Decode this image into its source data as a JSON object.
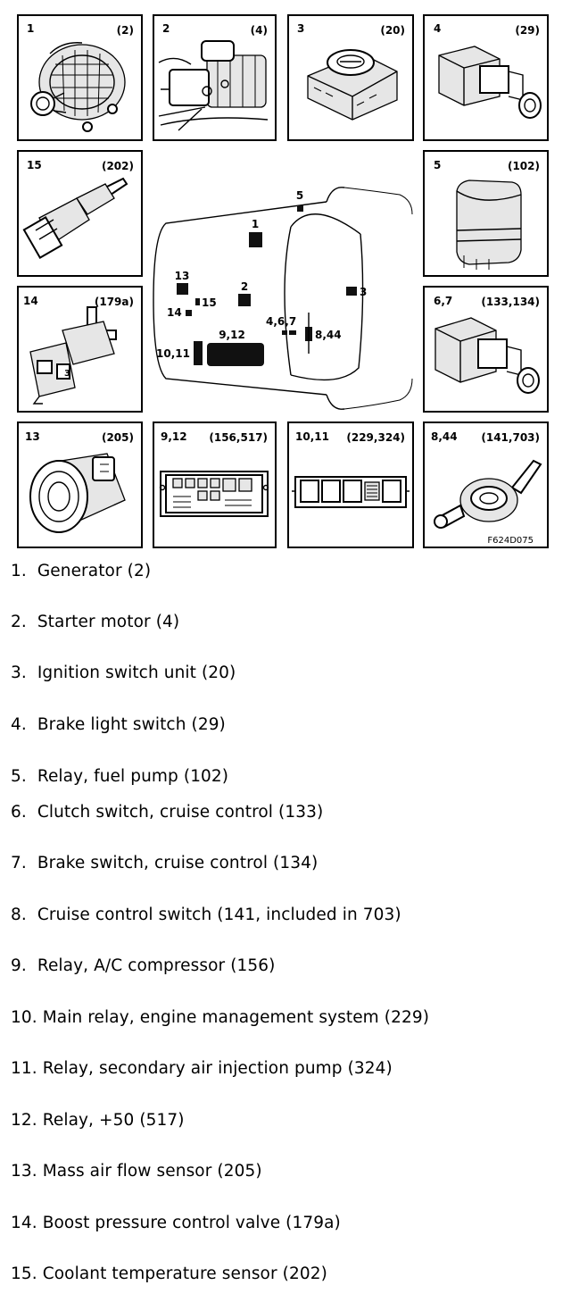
{
  "figure": {
    "code": "F624D075",
    "components": [
      {
        "num": "1",
        "ref": "(2)",
        "icon": "generator-icon"
      },
      {
        "num": "2",
        "ref": "(4)",
        "icon": "starter-motor-icon"
      },
      {
        "num": "3",
        "ref": "(20)",
        "icon": "ignition-switch-unit-icon"
      },
      {
        "num": "4",
        "ref": "(29)",
        "icon": "brake-light-switch-icon"
      },
      {
        "num": "15",
        "ref": "(202)",
        "icon": "coolant-temperature-sensor-icon"
      },
      {
        "num": "5",
        "ref": "(102)",
        "icon": "relay-icon"
      },
      {
        "num": "14",
        "ref": "(179a)",
        "icon": "boost-pressure-valve-icon"
      },
      {
        "num": "6,7",
        "ref": "(133,134)",
        "icon": "pedal-switch-icon"
      },
      {
        "num": "13",
        "ref": "(205)",
        "icon": "mass-air-flow-sensor-icon"
      },
      {
        "num": "9,12",
        "ref": "(156,517)",
        "icon": "relay-box-icon"
      },
      {
        "num": "10,11",
        "ref": "(229,324)",
        "icon": "relay-box-icon"
      },
      {
        "num": "8,44",
        "ref": "(141,703)",
        "icon": "cruise-control-switch-icon"
      }
    ],
    "car_labels": [
      "5",
      "1",
      "13",
      "2",
      "3",
      "14",
      "15",
      "4,6,7",
      "8,44",
      "9,12",
      "10,11"
    ]
  },
  "legend": [
    {
      "num": "1.",
      "text": "Generator (2)"
    },
    {
      "num": "2.",
      "text": "Starter motor (4)"
    },
    {
      "num": "3.",
      "text": "Ignition switch unit (20)"
    },
    {
      "num": "4.",
      "text": "Brake light switch (29)"
    },
    {
      "num": "5.",
      "text": "Relay, fuel pump (102)"
    },
    {
      "num": "6.",
      "text": "Clutch switch, cruise control (133)"
    },
    {
      "num": "7.",
      "text": "Brake switch, cruise control (134)"
    },
    {
      "num": "8.",
      "text": "Cruise control switch (141, included in 703)"
    },
    {
      "num": "9.",
      "text": "Relay, A/C compressor (156)"
    },
    {
      "num": "10.",
      "text": "Main relay, engine management system (229)"
    },
    {
      "num": "11.",
      "text": "Relay, secondary air injection pump (324)"
    },
    {
      "num": "12.",
      "text": "Relay, +50 (517)"
    },
    {
      "num": "13.",
      "text": "Mass air flow sensor (205)"
    },
    {
      "num": "14.",
      "text": "Boost pressure control valve (179a)"
    },
    {
      "num": "15.",
      "text": "Coolant temperature sensor (202)"
    }
  ]
}
